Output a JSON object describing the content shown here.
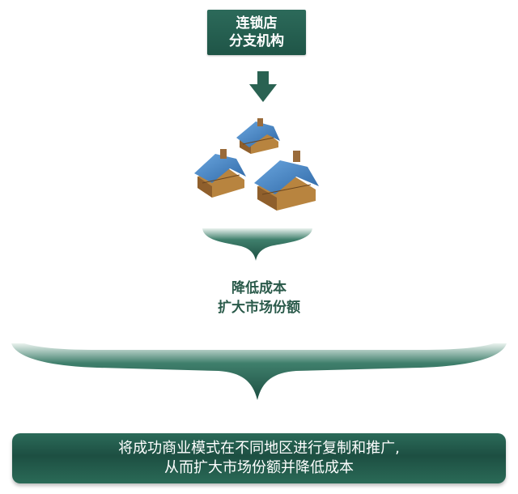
{
  "top_box": {
    "line1": "连锁店",
    "line2": "分支机构"
  },
  "middle": {
    "line1": "降低成本",
    "line2": "扩大市场份额"
  },
  "bottom": {
    "line1": "将成功商业模式在不同地区进行复制和推广,",
    "line2": "从而扩大市场份额并降低成本"
  },
  "colors": {
    "primary": "#1f5547",
    "accent": "#2a6a57",
    "roof": "#3e7fbf",
    "wall": "#b07a3e"
  },
  "icons": {
    "arrow": "down-arrow-icon",
    "buildings": "house-icon"
  }
}
